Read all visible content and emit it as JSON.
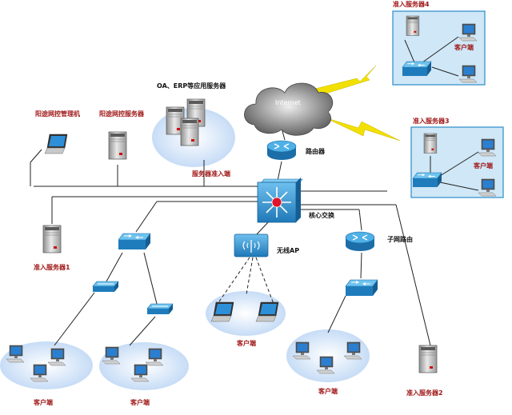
{
  "colors": {
    "label_red": "#a01818",
    "label_black": "#111111",
    "device_blue": "#2a8bc8",
    "link_line": "#222222",
    "lightning": "#f2e000",
    "ellipse_fill": "#d6e8fb",
    "panel_fill": "#cfe7f7"
  },
  "nodes": {
    "server4": "准入服务器4",
    "server3": "准入服务器3",
    "client_tr": "客户端",
    "client_r3": "客户端",
    "oa_erp": "OA、ERP等应用服务器",
    "server_access": "服务器准入端",
    "mgmt_pc": "阳途网控管理机",
    "ctl_server": "阳途网控服务器",
    "internet": "Internet",
    "router": "路由器",
    "core": "核心交换",
    "ap": "无线AP",
    "subnet_router": "子网路由",
    "server1": "准入服务器1",
    "client_ap": "客户端",
    "client_l": "客户端",
    "client_m": "客户端",
    "client_r": "客户端",
    "server2": "准入服务器2"
  },
  "icons": {
    "router": "router-icon",
    "core_switch": "core-switch-icon",
    "switch": "switch-icon",
    "hub": "hub-icon",
    "wireless_ap": "wireless-ap-icon",
    "server": "server-icon",
    "laptop": "laptop-icon",
    "desktop": "desktop-icon",
    "cloud": "cloud-icon",
    "lightning": "lightning-icon"
  }
}
